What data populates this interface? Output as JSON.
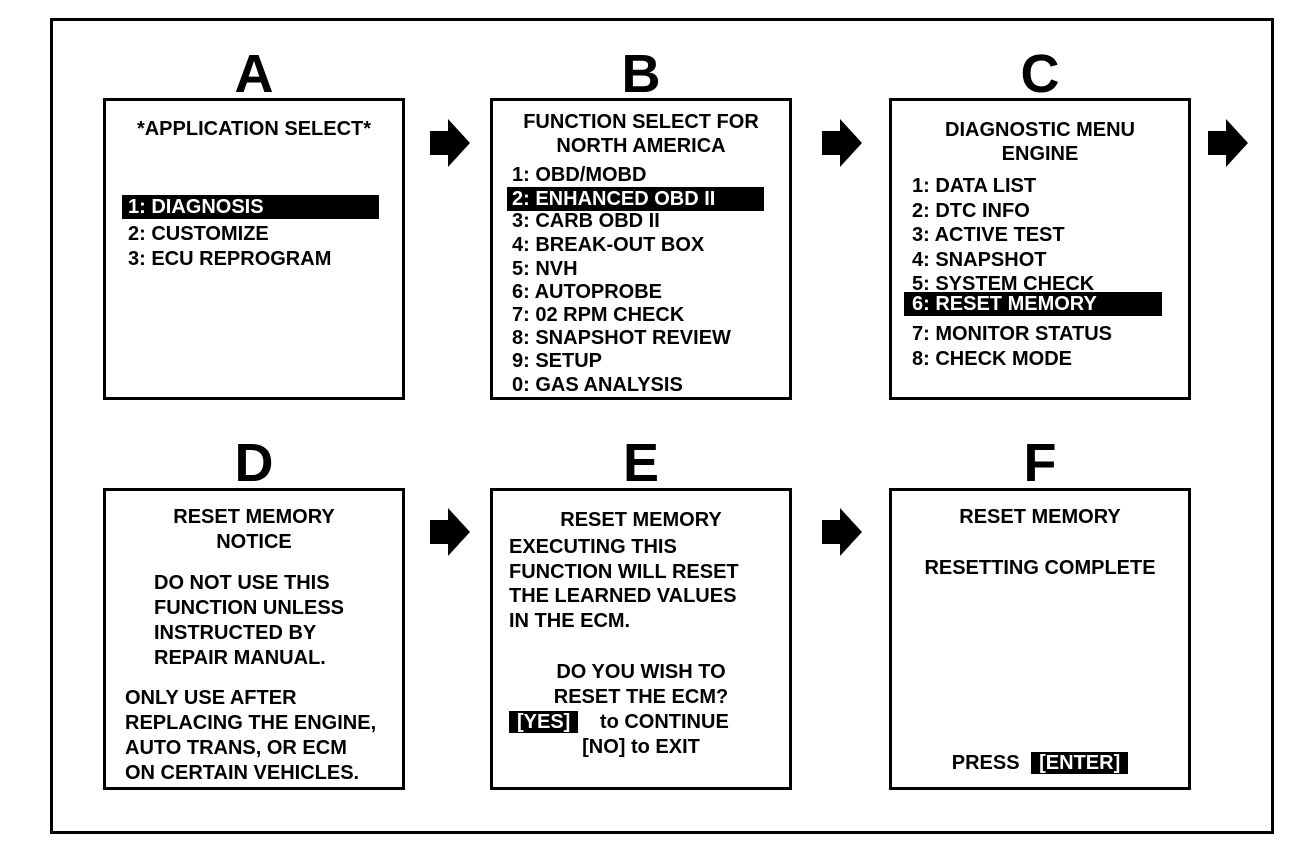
{
  "panels": {
    "a": {
      "letter": "A",
      "title": "*APPLICATION SELECT*",
      "items": [
        "1: DIAGNOSIS",
        "2:  CUSTOMIZE",
        "3:  ECU REPROGRAM"
      ],
      "selected_index": 0
    },
    "b": {
      "letter": "B",
      "title_lines": [
        "FUNCTION SELECT FOR",
        "NORTH AMERICA"
      ],
      "items": [
        "1:  OBD/MOBD",
        "2:  ENHANCED OBD II",
        "3:  CARB OBD II",
        "4:  BREAK-OUT BOX",
        "5:  NVH",
        "6:  AUTOPROBE",
        "7:  02 RPM CHECK",
        "8:  SNAPSHOT REVIEW",
        "9:  SETUP",
        "0:  GAS ANALYSIS"
      ],
      "selected_index": 1
    },
    "c": {
      "letter": "C",
      "title_lines": [
        "DIAGNOSTIC MENU",
        "ENGINE"
      ],
      "items": [
        "1:  DATA LIST",
        "2:  DTC INFO",
        "3:  ACTIVE TEST",
        "4:  SNAPSHOT",
        "5:  SYSTEM CHECK",
        "6:  RESET MEMORY",
        "7:  MONITOR STATUS",
        "8:  CHECK MODE"
      ],
      "selected_index": 5
    },
    "d": {
      "letter": "D",
      "title_lines": [
        "RESET MEMORY",
        "NOTICE"
      ],
      "warning_lines": [
        "DO NOT USE THIS",
        "FUNCTION UNLESS",
        "INSTRUCTED BY",
        "REPAIR MANUAL."
      ],
      "note_lines": [
        "ONLY USE AFTER",
        "REPLACING THE ENGINE,",
        "AUTO TRANS, OR ECM",
        "ON CERTAIN VEHICLES."
      ]
    },
    "e": {
      "letter": "E",
      "title": "RESET MEMORY",
      "body_lines": [
        "EXECUTING THIS",
        "FUNCTION WILL RESET",
        "THE LEARNED VALUES",
        "IN THE ECM."
      ],
      "question_lines": [
        "DO YOU WISH TO",
        "RESET THE ECM?"
      ],
      "yes_key": "[YES]",
      "yes_text": "to CONTINUE",
      "no_text": "[NO] to EXIT"
    },
    "f": {
      "letter": "F",
      "title": "RESET MEMORY",
      "status": "RESETTING COMPLETE",
      "press_text": "PRESS",
      "enter_key": "[ENTER]"
    }
  },
  "icons": {
    "arrow": "right-arrow-icon"
  },
  "colors": {
    "foreground": "#000000",
    "background": "#ffffff",
    "highlight_text": "#ffffff"
  }
}
